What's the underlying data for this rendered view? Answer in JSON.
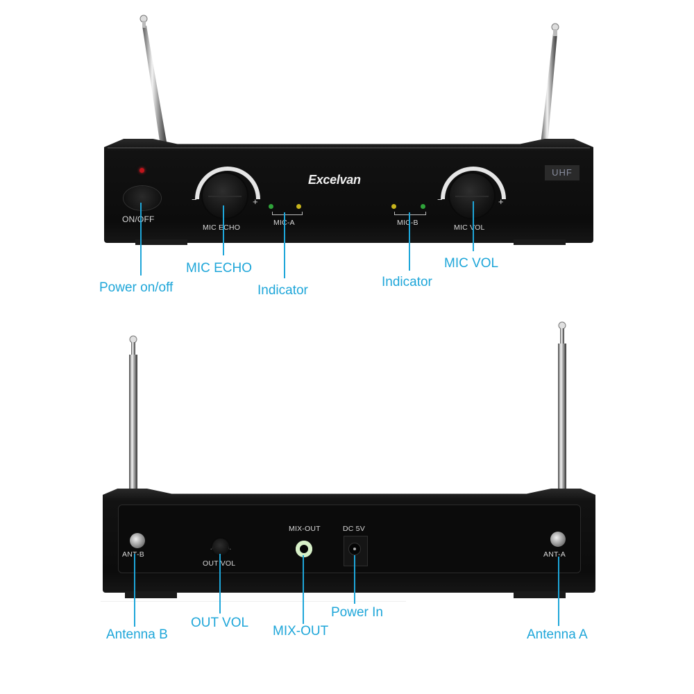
{
  "brand": {
    "logo_text": "Excelvan",
    "badge_text": "UHF"
  },
  "colors": {
    "callout": "#1ea6d9",
    "unit_body": "#0e0e0e",
    "led_red": "#c0141b",
    "led_green": "#2fa33a",
    "led_yellow": "#c7b41c",
    "jack_ring": "#d7f0c8"
  },
  "front_panel": {
    "labels": {
      "on_off": "ON/OFF",
      "mic_echo": "MIC ECHO",
      "mic_a": "MIC-A",
      "mic_b": "MIC-B",
      "mic_vol": "MIC VOL",
      "minus": "−",
      "plus": "+"
    },
    "callouts": {
      "power": "Power on/off",
      "mic_echo": "MIC ECHO",
      "indicator_a": "Indicator",
      "indicator_b": "Indicator",
      "mic_vol": "MIC VOL"
    }
  },
  "rear_panel": {
    "labels": {
      "ant_b": "ANT-B",
      "out_vol": "OUT VOL",
      "mix_out": "MIX-OUT",
      "dc_5v": "DC 5V",
      "ant_a": "ANT-A"
    },
    "callouts": {
      "antenna_b": "Antenna B",
      "out_vol": "OUT VOL",
      "mix_out": "MIX-OUT",
      "power_in": "Power In",
      "antenna_a": "Antenna A"
    }
  }
}
